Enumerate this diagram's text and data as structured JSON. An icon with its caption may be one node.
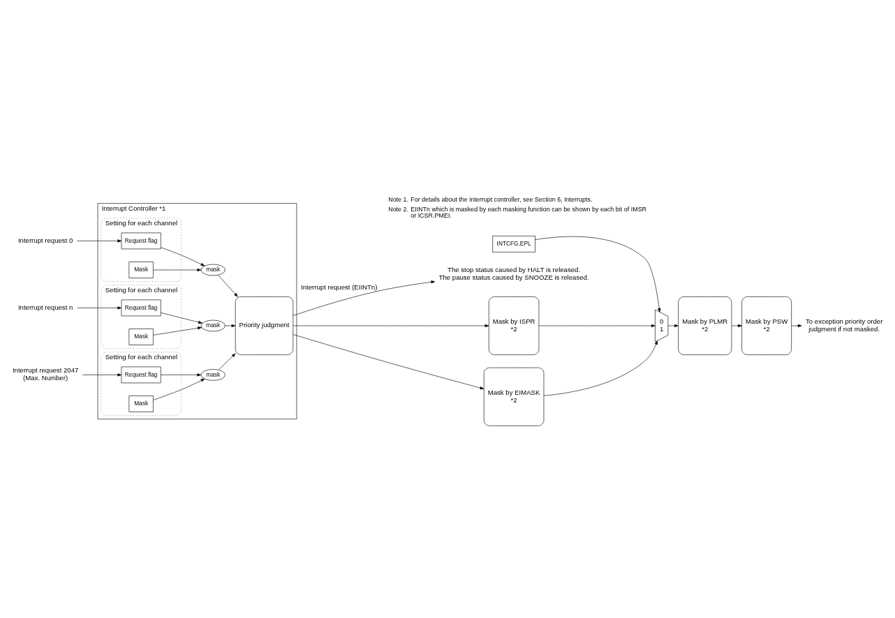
{
  "diagram": {
    "nodes": [
      {
        "text": [
          "Interrupt Controller *1"
        ]
      },
      {
        "text": [
          "Setting for each channel"
        ],
        "in": 0
      },
      {
        "text": [
          "Mask"
        ],
        "in": 1
      },
      {
        "text": [
          "Request flag"
        ],
        "in": 1
      },
      {
        "text": [
          "mask"
        ],
        "in": 0
      },
      {
        "text": [
          "Setting for each channel"
        ],
        "in": 0
      },
      {
        "text": [
          "Mask"
        ],
        "in": 5
      },
      {
        "text": [
          "Request flag"
        ],
        "in": 5
      },
      {
        "text": [
          "mask"
        ],
        "in": 0
      },
      {
        "text": [
          "Setting for each channel"
        ],
        "in": 0
      },
      {
        "text": [
          "Mask"
        ],
        "in": 9
      },
      {
        "text": [
          "Request flag"
        ],
        "in": 9
      },
      {
        "text": [
          "mask"
        ],
        "in": 0
      },
      {
        "text": [
          "Priority judgment"
        ],
        "in": 0
      },
      {
        "text": [
          "Interrupt request 0"
        ]
      },
      {
        "text": [
          "Interrupt request n"
        ]
      },
      {
        "text": [
          "Interrupt request 2047 (Max. Number)"
        ]
      },
      {
        "text": [
          "The stop status caused by HALT is released.",
          "The pause status caused by SNOOZE is released."
        ]
      },
      {
        "text": [
          "Mask by ISPR",
          "*2"
        ]
      },
      {
        "text": [
          "Mask by EIMASK",
          "*2"
        ]
      },
      {
        "text": [
          "0",
          "1"
        ]
      },
      {
        "text": [
          "Mask by PLMR",
          "*2"
        ]
      },
      {
        "text": [
          "Mask by PSW",
          "*2"
        ]
      },
      {
        "text": [
          "To exception priority order judgment if not masked."
        ]
      },
      {
        "text": [
          "INTCFG.EPL"
        ]
      }
    ],
    "edges": [
      {
        "from": 14,
        "to": 3,
        "arrow": "to"
      },
      {
        "from": 2,
        "to": 4,
        "arrow": "to"
      },
      {
        "from": 3,
        "to": 4,
        "arrow": "to"
      },
      {
        "from": 4,
        "to": 13,
        "arrow": "to"
      },
      {
        "from": 15,
        "to": 7,
        "arrow": "to"
      },
      {
        "from": 6,
        "to": 8,
        "arrow": "to"
      },
      {
        "from": 7,
        "to": 8,
        "arrow": "to"
      },
      {
        "from": 8,
        "to": 13,
        "arrow": "to"
      },
      {
        "from": 16,
        "to": 11,
        "arrow": "to"
      },
      {
        "from": 10,
        "to": 12,
        "arrow": "to"
      },
      {
        "from": 11,
        "to": 12,
        "arrow": "to"
      },
      {
        "from": 12,
        "to": 13,
        "arrow": "to"
      },
      {
        "from": 13,
        "to": 17,
        "arrow": "to",
        "label": "Interrupt request (EIINTn)"
      },
      {
        "from": 13,
        "to": 18,
        "arrow": "to"
      },
      {
        "from": 13,
        "to": 19,
        "arrow": "to"
      },
      {
        "from": 18,
        "to": 20,
        "arrow": "to"
      },
      {
        "from": 19,
        "to": 20,
        "arrow": "to"
      },
      {
        "from": 24,
        "to": 20,
        "arrow": "to"
      },
      {
        "from": 20,
        "to": 21,
        "arrow": "to"
      },
      {
        "from": 21,
        "to": 22,
        "arrow": "to"
      },
      {
        "from": 22,
        "to": 23,
        "arrow": "to"
      }
    ],
    "labels": [
      "Note 1.",
      "For details about the interrupt controller, see Section 6, Interrupts.",
      "Note 2.",
      "EIINTn which is masked by each masking function can be shown by each bit of IMSR or ICSR.PMEI."
    ]
  }
}
